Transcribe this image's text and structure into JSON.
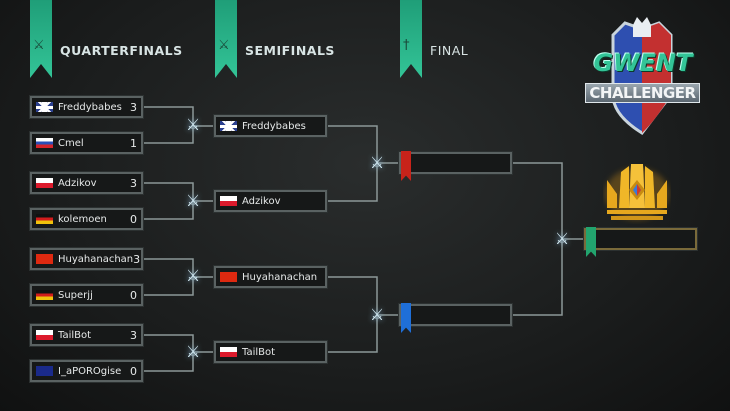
{
  "headers": {
    "quarterfinals": "QUARTERFINALS",
    "semifinals": "SEMIFINALS",
    "final": "FINAL"
  },
  "logo": {
    "line1": "GWENT",
    "line2": "CHALLENGER"
  },
  "quarterfinals": [
    {
      "players": [
        {
          "name": "Freddybabes",
          "flag": "uk",
          "score": "3"
        },
        {
          "name": "Cmel",
          "flag": "ru",
          "score": "1"
        }
      ]
    },
    {
      "players": [
        {
          "name": "Adzikov",
          "flag": "pl",
          "score": "3"
        },
        {
          "name": "kolemoen",
          "flag": "de",
          "score": "0"
        }
      ]
    },
    {
      "players": [
        {
          "name": "Huyahanachan",
          "flag": "cn",
          "score": "3"
        },
        {
          "name": "Superjj",
          "flag": "de",
          "score": "0"
        }
      ]
    },
    {
      "players": [
        {
          "name": "TailBot",
          "flag": "pl",
          "score": "3"
        },
        {
          "name": "I_aPOROgise",
          "flag": "au",
          "score": "0"
        }
      ]
    }
  ],
  "semifinals": [
    {
      "name": "Freddybabes",
      "flag": "uk"
    },
    {
      "name": "Adzikov",
      "flag": "pl"
    },
    {
      "name": "Huyahanachan",
      "flag": "cn"
    },
    {
      "name": "TailBot",
      "flag": "pl"
    }
  ],
  "final": [
    {
      "name": "",
      "ribbon": "#c8231a"
    },
    {
      "name": "",
      "ribbon": "#1f6fd8"
    }
  ],
  "winner": {
    "name": "",
    "ribbon": "#22a46e"
  }
}
